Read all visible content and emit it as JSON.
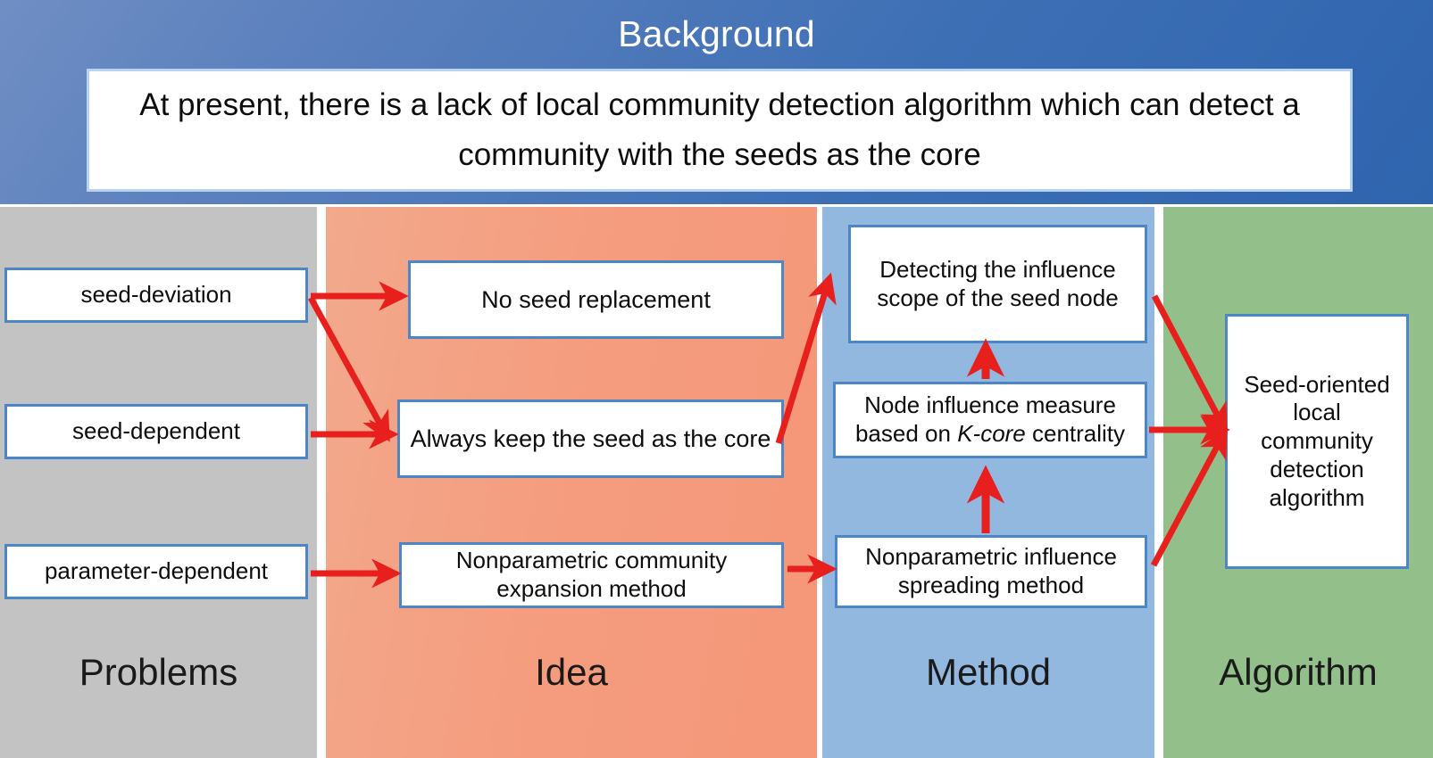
{
  "header": {
    "title": "Background",
    "statement": "At present, there is a lack of local community detection algorithm which can detect a community with the seeds as the core",
    "accent_color": "#3d6fb5",
    "box_border_color": "#b9d3ef"
  },
  "palette": {
    "problems_bg": "#c3c3c3",
    "idea_bg": "#f59d7f",
    "method_bg": "#92b8e0",
    "algorithm_bg": "#93c08a",
    "node_border": "#4a86c8",
    "arrow_color": "#e8201d",
    "node_fill": "#ffffff"
  },
  "columns": [
    {
      "id": "problems",
      "label": "Problems",
      "nodes": [
        {
          "id": "seed-deviation",
          "text": "seed-deviation"
        },
        {
          "id": "seed-dependent",
          "text": "seed-dependent"
        },
        {
          "id": "parameter-dependent",
          "text": "parameter-dependent"
        }
      ]
    },
    {
      "id": "idea",
      "label": "Idea",
      "nodes": [
        {
          "id": "no-seed-replacement",
          "text": "No seed replacement"
        },
        {
          "id": "keep-seed-core",
          "text": "Always keep the seed as the core"
        },
        {
          "id": "nonparam-community",
          "line1": "Nonparametric  community",
          "line2": "expansion method"
        }
      ]
    },
    {
      "id": "method",
      "label": "Method",
      "nodes": [
        {
          "id": "detect-influence",
          "line1": "Detecting the influence",
          "line2": "scope of the seed node"
        },
        {
          "id": "node-influence",
          "line1": "Node influence measure",
          "line2_pre": "based on ",
          "line2_em": "K-core",
          "line2_post": " centrality"
        },
        {
          "id": "nonparam-influence",
          "line1": "Nonparametric influence",
          "line2": "spreading method"
        }
      ]
    },
    {
      "id": "algorithm",
      "label": "Algorithm",
      "nodes": [
        {
          "id": "seed-oriented",
          "text": "Seed-oriented local community detection algorithm"
        }
      ]
    }
  ],
  "connections": [
    {
      "from": "seed-deviation",
      "to": "no-seed-replacement",
      "style": "horizontal"
    },
    {
      "from": "seed-deviation",
      "to": "keep-seed-core",
      "style": "diagonal-down"
    },
    {
      "from": "seed-dependent",
      "to": "keep-seed-core",
      "style": "horizontal"
    },
    {
      "from": "parameter-dependent",
      "to": "nonparam-community",
      "style": "horizontal"
    },
    {
      "from": "nonparam-community",
      "to": "nonparam-influence",
      "style": "horizontal"
    },
    {
      "from": "keep-seed-core",
      "to": "detect-influence",
      "style": "diagonal-up"
    },
    {
      "from": "nonparam-influence",
      "to": "node-influence",
      "style": "vertical-up"
    },
    {
      "from": "node-influence",
      "to": "detect-influence",
      "style": "vertical-up"
    },
    {
      "from": "detect-influence",
      "to": "seed-oriented",
      "style": "diagonal-down"
    },
    {
      "from": "node-influence",
      "to": "seed-oriented",
      "style": "horizontal"
    },
    {
      "from": "nonparam-influence",
      "to": "seed-oriented",
      "style": "diagonal-up"
    }
  ]
}
